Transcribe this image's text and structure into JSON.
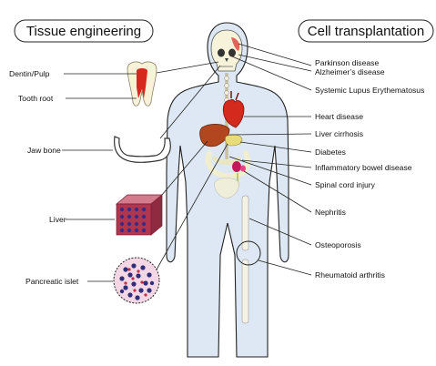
{
  "headers": {
    "left": "Tissue engineering",
    "right": "Cell transplantation"
  },
  "tissue_engineering": {
    "dentin_pulp": "Dentin/Pulp",
    "tooth_root": "Tooth root",
    "jaw_bone": "Jaw bone",
    "liver": "Liver",
    "pancreatic_islet": "Pancreatic islet"
  },
  "cell_transplantation": {
    "parkinson": "Parkinson disease",
    "alzheimer": "Alzheimer’s disease",
    "lupus": "Systemic Lupus Erythematosus",
    "heart_disease": "Heart disease",
    "liver_cirrhosis": "Liver cirrhosis",
    "diabetes": "Diabetes",
    "ibd": "Inflammatory bowel disease",
    "spinal_cord_injury": "Spinal cord injury",
    "nephritis": "Nephritis",
    "osteoporosis": "Osteoporosis",
    "rheumatoid_arthritis": "Rheumatoid arthritis"
  },
  "colors": {
    "body_fill": "#dde8f4",
    "outline": "#222222",
    "heart": "#d42a1e",
    "liver": "#b1461f",
    "pancreas": "#e8dc7a",
    "kidney": "#c2185b",
    "tooth_pulp": "#d6281d",
    "liver_cube": "#b0364f",
    "islet": "#2f2e7a"
  }
}
